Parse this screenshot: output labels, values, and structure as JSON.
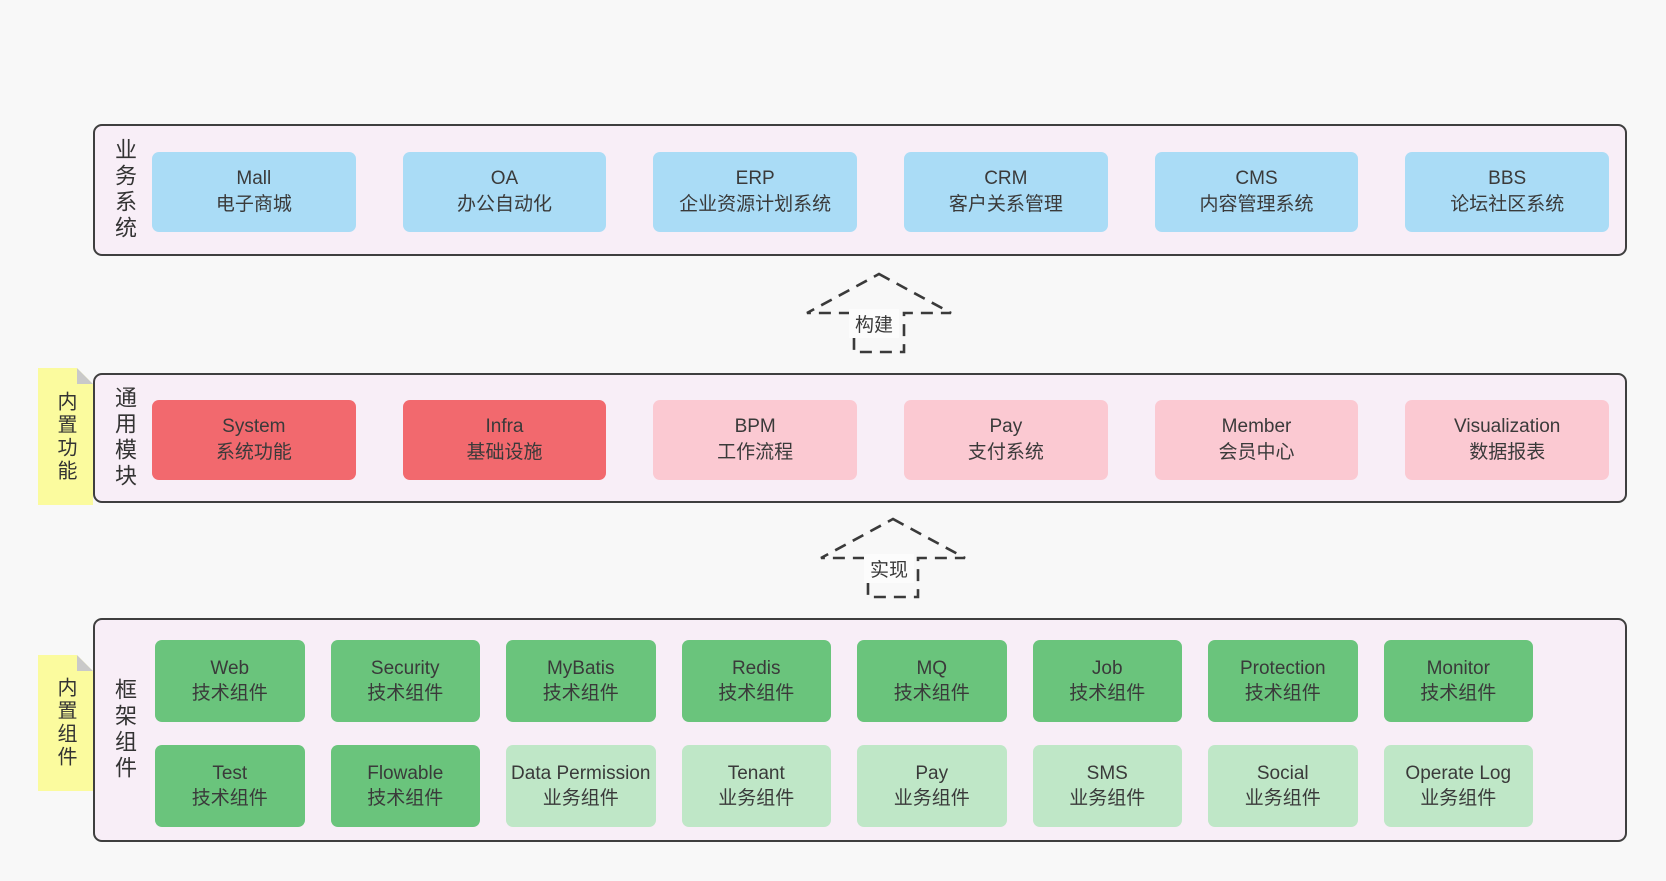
{
  "palette": {
    "page_bg": "#f8f8f8",
    "band_bg": "#f8eef7",
    "band_border": "#3f3f3f",
    "blue_box": "#aadcf6",
    "red_box": "#f2696e",
    "pink_box": "#fbc9d2",
    "green_box": "#6ac47c",
    "light_green_box": "#bfe7c7",
    "sticky_yellow": "#fbfb9e",
    "sticky_fold": "#c9c9c9",
    "text": "#3a3a3a"
  },
  "bands": [
    {
      "label": "业务系统",
      "boxes": [
        {
          "en": "Mall",
          "zh": "电子商城"
        },
        {
          "en": "OA",
          "zh": "办公自动化"
        },
        {
          "en": "ERP",
          "zh": "企业资源计划系统"
        },
        {
          "en": "CRM",
          "zh": "客户关系管理"
        },
        {
          "en": "CMS",
          "zh": "内容管理系统"
        },
        {
          "en": "BBS",
          "zh": "论坛社区系统"
        }
      ]
    },
    {
      "label": "通用模块",
      "sticky": "内置功能",
      "boxes": [
        {
          "en": "System",
          "zh": "系统功能"
        },
        {
          "en": "Infra",
          "zh": "基础设施"
        },
        {
          "en": "BPM",
          "zh": "工作流程"
        },
        {
          "en": "Pay",
          "zh": "支付系统"
        },
        {
          "en": "Member",
          "zh": "会员中心"
        },
        {
          "en": "Visualization",
          "zh": "数据报表"
        }
      ]
    },
    {
      "label": "框架组件",
      "sticky": "内置组件",
      "rows": [
        [
          {
            "en": "Web",
            "zh": "技术组件"
          },
          {
            "en": "Security",
            "zh": "技术组件"
          },
          {
            "en": "MyBatis",
            "zh": "技术组件"
          },
          {
            "en": "Redis",
            "zh": "技术组件"
          },
          {
            "en": "MQ",
            "zh": "技术组件"
          },
          {
            "en": "Job",
            "zh": "技术组件"
          },
          {
            "en": "Protection",
            "zh": "技术组件"
          },
          {
            "en": "Monitor",
            "zh": "技术组件"
          }
        ],
        [
          {
            "en": "Test",
            "zh": "技术组件"
          },
          {
            "en": "Flowable",
            "zh": "技术组件"
          },
          {
            "en": "Data Permission",
            "zh": "业务组件"
          },
          {
            "en": "Tenant",
            "zh": "业务组件"
          },
          {
            "en": "Pay",
            "zh": "业务组件"
          },
          {
            "en": "SMS",
            "zh": "业务组件"
          },
          {
            "en": "Social",
            "zh": "业务组件"
          },
          {
            "en": "Operate Log",
            "zh": "业务组件"
          }
        ]
      ]
    }
  ],
  "arrows": [
    {
      "label": "构建"
    },
    {
      "label": "实现"
    }
  ]
}
